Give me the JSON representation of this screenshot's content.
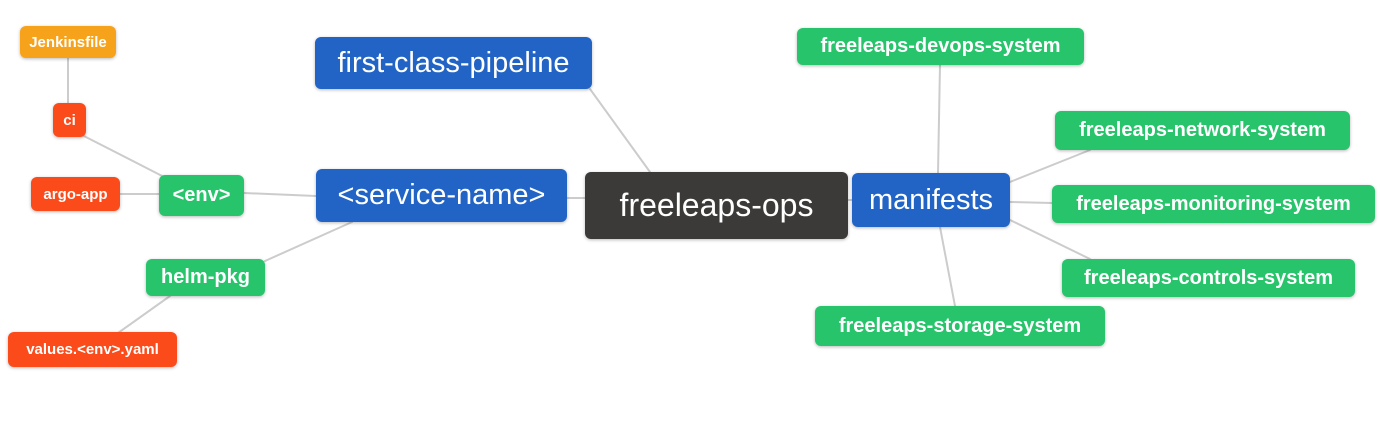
{
  "diagram": {
    "type": "mindmap",
    "root_label": "freeleaps-ops",
    "colors": {
      "orange": "#f7a21b",
      "red": "#fb4b1a",
      "green": "#27c46b",
      "blue": "#2164c5",
      "dark": "#3b3a39",
      "edge": "#cccccc",
      "text": "#ffffff",
      "background": "#ffffff"
    },
    "nodes": [
      {
        "id": "jenkinsfile",
        "label": "Jenkinsfile",
        "color": "orange"
      },
      {
        "id": "ci",
        "label": "ci",
        "color": "red"
      },
      {
        "id": "argo-app",
        "label": "argo-app",
        "color": "red"
      },
      {
        "id": "env",
        "label": "<env>",
        "color": "green"
      },
      {
        "id": "helm-pkg",
        "label": "helm-pkg",
        "color": "green"
      },
      {
        "id": "values-env-yaml",
        "label": "values.<env>.yaml",
        "color": "red"
      },
      {
        "id": "first-class-pipeline",
        "label": "first-class-pipeline",
        "color": "blue"
      },
      {
        "id": "service-name",
        "label": "<service-name>",
        "color": "blue"
      },
      {
        "id": "freeleaps-ops",
        "label": "freeleaps-ops",
        "color": "dark"
      },
      {
        "id": "manifests",
        "label": "manifests",
        "color": "blue"
      },
      {
        "id": "devops-system",
        "label": "freeleaps-devops-system",
        "color": "green"
      },
      {
        "id": "network-system",
        "label": "freeleaps-network-system",
        "color": "green"
      },
      {
        "id": "monitoring-system",
        "label": "freeleaps-monitoring-system",
        "color": "green"
      },
      {
        "id": "controls-system",
        "label": "freeleaps-controls-system",
        "color": "green"
      },
      {
        "id": "storage-system",
        "label": "freeleaps-storage-system",
        "color": "green"
      }
    ],
    "edges": [
      {
        "from": "jenkinsfile",
        "to": "ci"
      },
      {
        "from": "ci",
        "to": "env"
      },
      {
        "from": "argo-app",
        "to": "env"
      },
      {
        "from": "env",
        "to": "service-name"
      },
      {
        "from": "service-name",
        "to": "helm-pkg"
      },
      {
        "from": "helm-pkg",
        "to": "values-env-yaml"
      },
      {
        "from": "first-class-pipeline",
        "to": "freeleaps-ops"
      },
      {
        "from": "service-name",
        "to": "freeleaps-ops"
      },
      {
        "from": "freeleaps-ops",
        "to": "manifests"
      },
      {
        "from": "manifests",
        "to": "devops-system"
      },
      {
        "from": "manifests",
        "to": "network-system"
      },
      {
        "from": "manifests",
        "to": "monitoring-system"
      },
      {
        "from": "manifests",
        "to": "controls-system"
      },
      {
        "from": "manifests",
        "to": "storage-system"
      }
    ]
  }
}
